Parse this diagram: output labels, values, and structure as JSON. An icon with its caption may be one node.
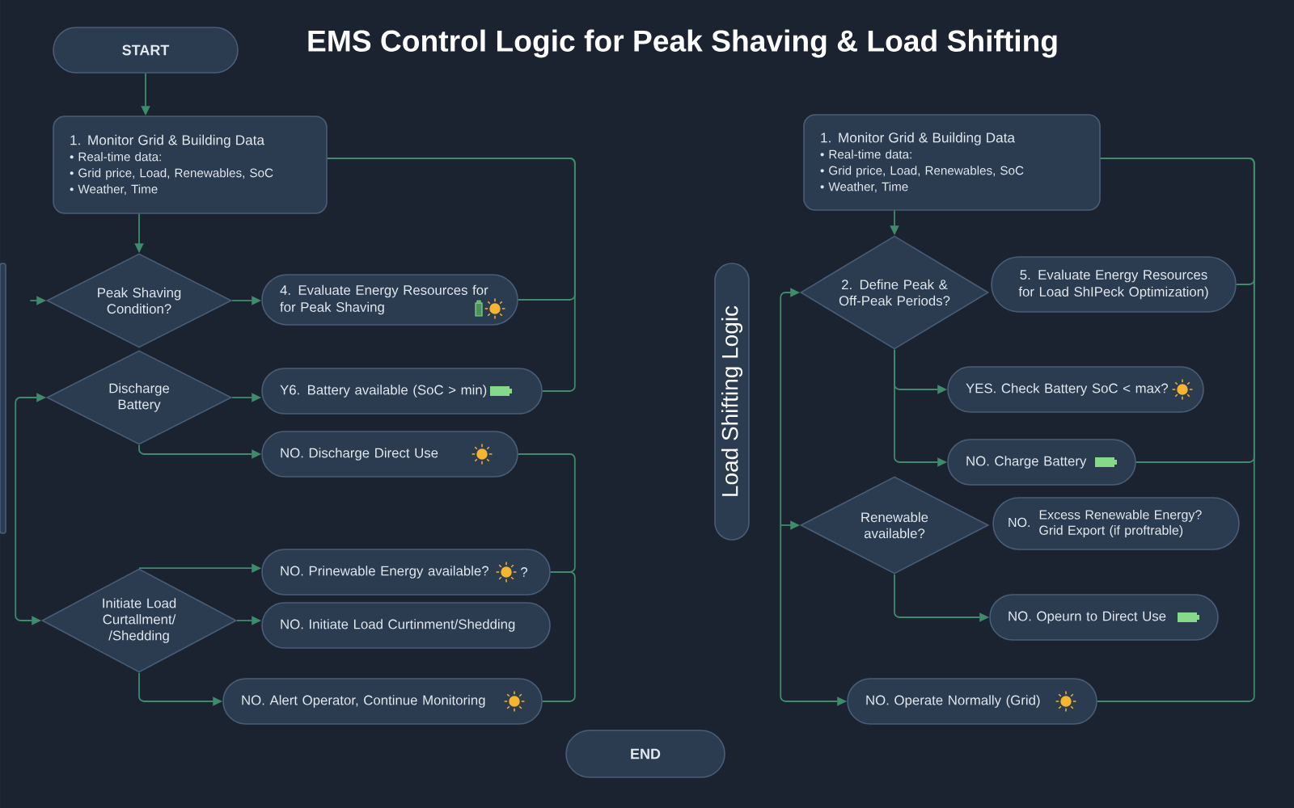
{
  "diagram": {
    "title": "EMS Control Logic for Peak Shaving & Load Shifting",
    "nodes": [
      {
        "text": [
          "START"
        ]
      },
      {
        "text": [
          "1. Monitor Grid & Building Data",
          "• Real-time data:",
          "• Grid price, Load, Renewables, SoC",
          "• Weather, Time"
        ]
      },
      {
        "text": [
          "Peak Shaving Condition?"
        ]
      },
      {
        "text": [
          "4. Evaluate Energy Resources for for Peak Shaving"
        ]
      },
      {
        "text": [
          "Discharge Battery"
        ]
      },
      {
        "text": [
          "Y6. Battery available (SoC > min)"
        ]
      },
      {
        "text": [
          "NO. Discharge Direct Use"
        ]
      },
      {
        "text": [
          "Initiate Load Curtallment/ /Shedding"
        ]
      },
      {
        "text": [
          "NO. Prinewable Energy available?",
          "?"
        ]
      },
      {
        "text": [
          "NO. Initiate Load Curtinment/Shedding"
        ]
      },
      {
        "text": [
          "NO. Alert Operator, Continue Monitoring"
        ]
      },
      {
        "text": [
          "END"
        ]
      },
      {
        "text": [
          "Load Shifting Logic"
        ]
      },
      {
        "text": [
          "1. Monitor Grid & Building Data",
          "• Real-time data:",
          "• Grid price, Load, Renewables, SoC",
          "• Weather, Time"
        ]
      },
      {
        "text": [
          "2. Define Peak & Off-Peak Periods?"
        ]
      },
      {
        "text": [
          "5. Evaluate Energy Resources for Load ShIPeck Optimization)"
        ]
      },
      {
        "text": [
          "YES. Check Battery SoC < max?"
        ]
      },
      {
        "text": [
          "NO. Charge Battery"
        ]
      },
      {
        "text": [
          "Renewable available?"
        ]
      },
      {
        "text": [
          "NO.",
          "Excess Renewable Energy? Grid Export (if proftrable)"
        ]
      },
      {
        "text": [
          "NO. Opeurn to Direct Use"
        ]
      },
      {
        "text": [
          "NO. Operate Normally (Grid)"
        ]
      },
      {
        "text": [],
        "shape": "box"
      }
    ],
    "edges": [
      {
        "from": 0,
        "to": 1,
        "arrow": "to"
      },
      {
        "from": 1,
        "to": 2,
        "arrow": "to"
      },
      {
        "from": null,
        "to": 2,
        "arrow": "to"
      },
      {
        "from": 2,
        "to": 3,
        "arrow": "to"
      },
      {
        "from": 3,
        "to": 1,
        "arrow": "none"
      },
      {
        "from": 5,
        "to": 1,
        "arrow": "none"
      },
      {
        "from": 4,
        "to": 5,
        "arrow": "to"
      },
      {
        "from": 4,
        "to": 6,
        "arrow": "to"
      },
      {
        "from": 4,
        "to": 7,
        "arrow": "both"
      },
      {
        "from": 6,
        "to": 8,
        "arrow": "none"
      },
      {
        "from": 8,
        "to": 10,
        "arrow": "none"
      },
      {
        "from": 7,
        "to": 8,
        "arrow": "to"
      },
      {
        "from": 7,
        "to": 9,
        "arrow": "to"
      },
      {
        "from": 7,
        "to": 10,
        "arrow": "to"
      },
      {
        "from": 13,
        "to": 14,
        "arrow": "to"
      },
      {
        "from": 15,
        "to": 13,
        "arrow": "none"
      },
      {
        "from": 17,
        "to": 13,
        "arrow": "none"
      },
      {
        "from": 21,
        "to": 13,
        "arrow": "none"
      },
      {
        "from": 14,
        "to": 16,
        "arrow": "to"
      },
      {
        "from": 14,
        "to": 17,
        "arrow": "to"
      },
      {
        "from": 14,
        "to": 21,
        "arrow": "both"
      },
      {
        "from": null,
        "to": 18,
        "arrow": "to"
      },
      {
        "from": 18,
        "to": 20,
        "arrow": "to"
      }
    ]
  }
}
